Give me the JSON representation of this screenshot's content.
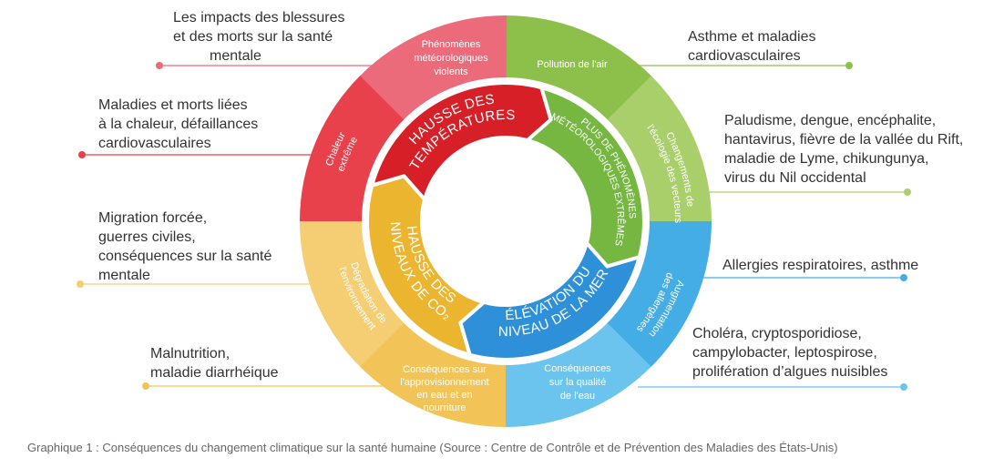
{
  "colors": {
    "pink": "#ec6b7a",
    "red_outer": "#e8414b",
    "light_yellow": "#f5cd73",
    "yellow_outer": "#f2c457",
    "light_blue": "#6ac4ee",
    "blue_outer": "#45ade5",
    "light_green": "#a9cf6b",
    "green_outer": "#8dc04a",
    "red_inner": "#d61f26",
    "green_inner": "#76b742",
    "blue_inner": "#2e90d8",
    "yellow_inner": "#ebb52f"
  },
  "outer": {
    "pollution": "Pollution de l'air",
    "vecteurs": [
      "Changements de",
      "l'écologie des vecteurs"
    ],
    "allergenes": [
      "Augmentation",
      "des allergènes"
    ],
    "eau": [
      "Conséquences",
      "sur la qualité",
      "de l'eau"
    ],
    "approvisionnement": [
      "Conséquences sur",
      "l'approvisionnement",
      "en eau et en",
      "nourriture"
    ],
    "degradation": [
      "Dégradation de",
      "l'environnement"
    ],
    "chaleur": [
      "Chaleur",
      "extrême"
    ],
    "phenomenes": [
      "Phénomènes",
      "météorologiques",
      "violents"
    ]
  },
  "inner": {
    "temperatures": [
      "HAUSSE DES",
      "TEMPÉRATURES"
    ],
    "meteo": [
      "PLUS DE PHÉNOMÈNES",
      "MÉTÉOROLOGIQUES EXTRÊMES"
    ],
    "mer": [
      "ÉLÉVATION DU",
      "NIVEAU DE LA MER"
    ],
    "co2": [
      "HAUSSE DES",
      "NIVEAUX DE CO₂"
    ]
  },
  "labels": {
    "blessures": [
      "Les impacts des blessures",
      "et des morts sur la santé",
      "mentale"
    ],
    "chaleur": [
      "Maladies et morts liées",
      "à la chaleur, défaillances",
      "cardiovasculaires"
    ],
    "migration": [
      "Migration forcée,",
      "guerres civiles,",
      "conséquences sur la santé",
      "mentale"
    ],
    "malnutrition": [
      "Malnutrition,",
      "maladie diarrhéique"
    ],
    "asthme": [
      "Asthme et maladies",
      "cardiovasculaires"
    ],
    "paludisme": [
      "Paludisme, dengue, encéphalite,",
      "hantavirus, fièvre de la vallée du Rift,",
      "maladie de Lyme, chikungunya,",
      "virus du Nil occidental"
    ],
    "allergies": [
      "Allergies respiratoires, asthme"
    ],
    "cholera": [
      "Choléra, cryptosporidiose,",
      "campylobacter, leptospirose,",
      "prolifération d’algues nuisibles"
    ]
  },
  "caption": "Graphique 1 : Conséquences du changement climatique sur la santé humaine (Source : Centre de Contrôle et de Prévention des Maladies des États-Unis)"
}
